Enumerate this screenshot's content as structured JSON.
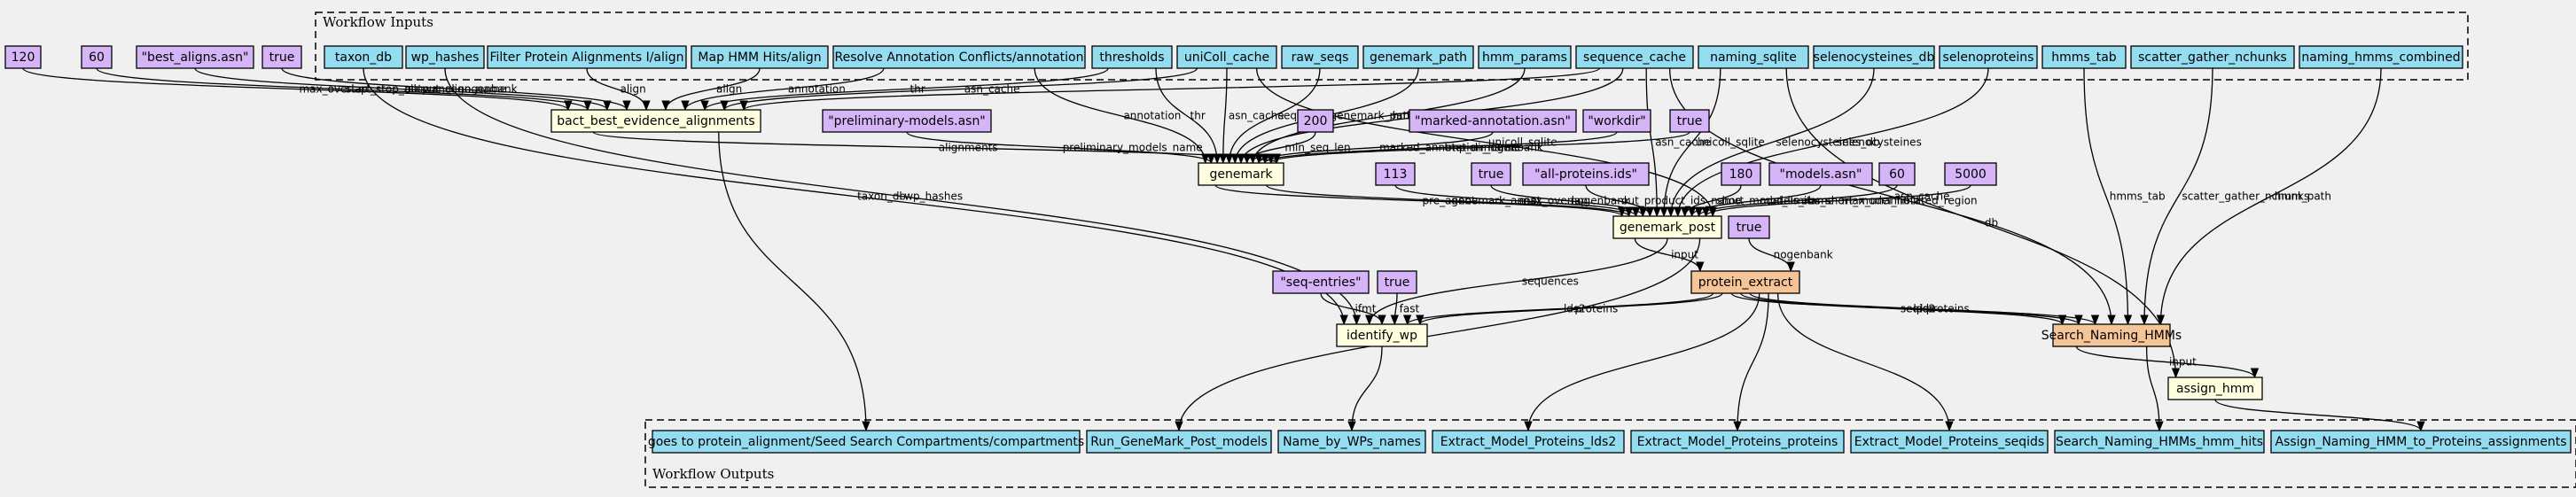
{
  "colors": {
    "input": "#94ddf0",
    "constant": "#d5b4f7",
    "step": "#ffffe0",
    "subworkflow": "#f5c497",
    "background": "#f0f0f0"
  },
  "clusters": {
    "inputs": "Workflow Inputs",
    "outputs": "Workflow Outputs"
  },
  "nodes": [
    {
      "id": "in_taxon_db",
      "label": "taxon_db",
      "kind": "input"
    },
    {
      "id": "in_wp_hashes",
      "label": "wp_hashes",
      "kind": "input"
    },
    {
      "id": "in_filter",
      "label": "Filter Protein Alignments I/align",
      "kind": "input"
    },
    {
      "id": "in_maphmm",
      "label": "Map HMM Hits/align",
      "kind": "input"
    },
    {
      "id": "in_resolve",
      "label": "Resolve Annotation Conflicts/annotation",
      "kind": "input"
    },
    {
      "id": "in_thresholds",
      "label": "thresholds",
      "kind": "input"
    },
    {
      "id": "in_unicoll",
      "label": "uniColl_cache",
      "kind": "input"
    },
    {
      "id": "in_raw_seqs",
      "label": "raw_seqs",
      "kind": "input"
    },
    {
      "id": "in_genemark_path",
      "label": "genemark_path",
      "kind": "input"
    },
    {
      "id": "in_hmm_params",
      "label": "hmm_params",
      "kind": "input"
    },
    {
      "id": "in_sequence_cache",
      "label": "sequence_cache",
      "kind": "input"
    },
    {
      "id": "in_naming_sqlite",
      "label": "naming_sqlite",
      "kind": "input"
    },
    {
      "id": "in_selenocys_db",
      "label": "selenocysteines_db",
      "kind": "input"
    },
    {
      "id": "in_selenoproteins",
      "label": "selenoproteins",
      "kind": "input"
    },
    {
      "id": "in_hmms_tab",
      "label": "hmms_tab",
      "kind": "input"
    },
    {
      "id": "in_scatter",
      "label": "scatter_gather_nchunks",
      "kind": "input"
    },
    {
      "id": "in_naming_hmms",
      "label": "naming_hmms_combined",
      "kind": "input"
    },
    {
      "id": "c_120",
      "label": "120",
      "kind": "constant"
    },
    {
      "id": "c_60a",
      "label": "60",
      "kind": "constant"
    },
    {
      "id": "c_best",
      "label": "\"best_aligns.asn\"",
      "kind": "constant"
    },
    {
      "id": "c_true1",
      "label": "true",
      "kind": "constant"
    },
    {
      "id": "c_prelim",
      "label": "\"preliminary-models.asn\"",
      "kind": "constant"
    },
    {
      "id": "c_200",
      "label": "200",
      "kind": "constant"
    },
    {
      "id": "c_marked",
      "label": "\"marked-annotation.asn\"",
      "kind": "constant"
    },
    {
      "id": "c_workdir",
      "label": "\"workdir\"",
      "kind": "constant"
    },
    {
      "id": "c_true2",
      "label": "true",
      "kind": "constant"
    },
    {
      "id": "c_113",
      "label": "113",
      "kind": "constant"
    },
    {
      "id": "c_true3",
      "label": "true",
      "kind": "constant"
    },
    {
      "id": "c_allprot",
      "label": "\"all-proteins.ids\"",
      "kind": "constant"
    },
    {
      "id": "c_180",
      "label": "180",
      "kind": "constant"
    },
    {
      "id": "c_models",
      "label": "\"models.asn\"",
      "kind": "constant"
    },
    {
      "id": "c_60b",
      "label": "60",
      "kind": "constant"
    },
    {
      "id": "c_5000",
      "label": "5000",
      "kind": "constant"
    },
    {
      "id": "c_true4",
      "label": "true",
      "kind": "constant"
    },
    {
      "id": "c_seqentries",
      "label": "\"seq-entries\"",
      "kind": "constant"
    },
    {
      "id": "c_true5",
      "label": "true",
      "kind": "constant"
    },
    {
      "id": "s_bact",
      "label": "bact_best_evidence_alignments",
      "kind": "step"
    },
    {
      "id": "s_genemark",
      "label": "genemark",
      "kind": "step"
    },
    {
      "id": "s_genemark_post",
      "label": "genemark_post",
      "kind": "step"
    },
    {
      "id": "s_protein_extract",
      "label": "protein_extract",
      "kind": "subworkflow"
    },
    {
      "id": "s_identify_wp",
      "label": "identify_wp",
      "kind": "step"
    },
    {
      "id": "s_search",
      "label": "Search_Naming_HMMs",
      "kind": "subworkflow"
    },
    {
      "id": "s_assign",
      "label": "assign_hmm",
      "kind": "step"
    },
    {
      "id": "out_goes",
      "label": "goes to protein_alignment/Seed Search Compartments/compartments",
      "kind": "input"
    },
    {
      "id": "out_run_gm",
      "label": "Run_GeneMark_Post_models",
      "kind": "input"
    },
    {
      "id": "out_name_wp",
      "label": "Name_by_WPs_names",
      "kind": "input"
    },
    {
      "id": "out_lds2",
      "label": "Extract_Model_Proteins_lds2",
      "kind": "input"
    },
    {
      "id": "out_proteins",
      "label": "Extract_Model_Proteins_proteins",
      "kind": "input"
    },
    {
      "id": "out_seqids",
      "label": "Extract_Model_Proteins_seqids",
      "kind": "input"
    },
    {
      "id": "out_hmm_hits",
      "label": "Search_Naming_HMMs_hmm_hits",
      "kind": "input"
    },
    {
      "id": "out_assign",
      "label": "Assign_Naming_HMM_to_Proteins_assignments",
      "kind": "input"
    }
  ],
  "edges": [
    {
      "from": "c_120",
      "to": "s_bact",
      "label": "max_overlap"
    },
    {
      "from": "c_60a",
      "to": "s_bact",
      "label": "start_stop_allowance"
    },
    {
      "from": "c_best",
      "to": "s_bact",
      "label": "output_align_name"
    },
    {
      "from": "c_true1",
      "to": "s_bact",
      "label": "nogenbank"
    },
    {
      "from": "in_filter",
      "to": "s_bact",
      "label": "align"
    },
    {
      "from": "in_maphmm",
      "to": "s_bact",
      "label": "align"
    },
    {
      "from": "in_resolve",
      "to": "s_bact",
      "label": "annotation"
    },
    {
      "from": "in_thresholds",
      "to": "s_bact",
      "label": "thr"
    },
    {
      "from": "in_unicoll",
      "to": "s_bact",
      "label": "asn_cache"
    },
    {
      "from": "in_sequence_cache",
      "to": "s_bact",
      "label": ""
    },
    {
      "from": "in_taxon_db",
      "to": "s_identify_wp",
      "label": "taxon_db"
    },
    {
      "from": "in_wp_hashes",
      "to": "s_identify_wp",
      "label": "wp_hashes"
    },
    {
      "from": "in_resolve",
      "to": "s_genemark",
      "label": "annotation"
    },
    {
      "from": "c_prelim",
      "to": "s_genemark",
      "label": "preliminary_models_name"
    },
    {
      "from": "in_thresholds",
      "to": "s_genemark",
      "label": "thr"
    },
    {
      "from": "in_unicoll",
      "to": "s_genemark",
      "label": "asn_cache"
    },
    {
      "from": "in_raw_seqs",
      "to": "s_genemark",
      "label": "sequences"
    },
    {
      "from": "in_genemark_path",
      "to": "s_genemark",
      "label": "genemark_path"
    },
    {
      "from": "in_sequence_cache",
      "to": "s_genemark",
      "label": "asn_cache"
    },
    {
      "from": "c_200",
      "to": "s_genemark",
      "label": "min_seq_len"
    },
    {
      "from": "in_hmm_params",
      "to": "s_genemark",
      "label": "hmm_params"
    },
    {
      "from": "c_marked",
      "to": "s_genemark",
      "label": "marked_annotation_name"
    },
    {
      "from": "c_workdir",
      "to": "s_genemark",
      "label": "tmp_dir_name"
    },
    {
      "from": "c_true2",
      "to": "s_genemark",
      "label": "nogenbank"
    },
    {
      "from": "s_bact",
      "to": "s_genemark",
      "label": "alignments"
    },
    {
      "from": "s_genemark",
      "to": "s_genemark_post",
      "label": "pre_annot"
    },
    {
      "from": "s_genemark",
      "to": "s_genemark_post",
      "label": "genemark_annot"
    },
    {
      "from": "c_113",
      "to": "s_genemark_post",
      "label": "max_overlap"
    },
    {
      "from": "c_true3",
      "to": "s_genemark_post",
      "label": "nogenbank"
    },
    {
      "from": "c_allprot",
      "to": "s_genemark_post",
      "label": "out_product_ids_name"
    },
    {
      "from": "in_sequence_cache",
      "to": "s_genemark_post",
      "label": "asn_cache"
    },
    {
      "from": "in_naming_sqlite",
      "to": "s_genemark_post",
      "label": "unicoll_sqlite"
    },
    {
      "from": "in_selenocys_db",
      "to": "s_genemark_post",
      "label": "selenocysteines_db"
    },
    {
      "from": "in_selenoproteins",
      "to": "s_genemark_post",
      "label": "selenocysteines"
    },
    {
      "from": "c_180",
      "to": "s_genemark_post",
      "label": "short_model_limit"
    },
    {
      "from": "c_models",
      "to": "s_genemark_post",
      "label": "models_name"
    },
    {
      "from": "c_60b",
      "to": "s_genemark_post",
      "label": "abs_short_model_limit"
    },
    {
      "from": "c_5000",
      "to": "s_genemark_post",
      "label": "max_unannotated_region"
    },
    {
      "from": "in_unicoll",
      "to": "s_genemark_post",
      "label": "unicoll_sqlite"
    },
    {
      "from": "s_genemark_post",
      "to": "s_protein_extract",
      "label": "input"
    },
    {
      "from": "c_true4",
      "to": "s_protein_extract",
      "label": "nogenbank"
    },
    {
      "from": "s_genemark_post",
      "to": "s_identify_wp",
      "label": "sequences"
    },
    {
      "from": "c_seqentries",
      "to": "s_identify_wp",
      "label": "ifmt"
    },
    {
      "from": "c_true5",
      "to": "s_identify_wp",
      "label": "fast"
    },
    {
      "from": "s_protein_extract",
      "to": "s_identify_wp",
      "label": "lds2"
    },
    {
      "from": "s_protein_extract",
      "to": "s_identify_wp",
      "label": "proteins"
    },
    {
      "from": "s_protein_extract",
      "to": "s_search",
      "label": "seqids"
    },
    {
      "from": "s_protein_extract",
      "to": "s_search",
      "label": "lds2"
    },
    {
      "from": "s_protein_extract",
      "to": "s_search",
      "label": "proteins"
    },
    {
      "from": "in_sequence_cache",
      "to": "s_search",
      "label": "asn_cache"
    },
    {
      "from": "in_naming_sqlite",
      "to": "s_assign",
      "label": "db"
    },
    {
      "from": "in_hmms_tab",
      "to": "s_search",
      "label": "hmms_tab"
    },
    {
      "from": "in_scatter",
      "to": "s_search",
      "label": "scatter_gather_nchunks"
    },
    {
      "from": "in_naming_hmms",
      "to": "s_search",
      "label": "hmm_path"
    },
    {
      "from": "s_search",
      "to": "s_assign",
      "label": "input"
    },
    {
      "from": "s_bact",
      "to": "out_goes",
      "label": ""
    },
    {
      "from": "s_genemark_post",
      "to": "out_run_gm",
      "label": ""
    },
    {
      "from": "s_identify_wp",
      "to": "out_name_wp",
      "label": ""
    },
    {
      "from": "s_protein_extract",
      "to": "out_lds2",
      "label": ""
    },
    {
      "from": "s_protein_extract",
      "to": "out_proteins",
      "label": ""
    },
    {
      "from": "s_protein_extract",
      "to": "out_seqids",
      "label": ""
    },
    {
      "from": "s_search",
      "to": "out_hmm_hits",
      "label": ""
    },
    {
      "from": "s_assign",
      "to": "out_assign",
      "label": ""
    }
  ]
}
